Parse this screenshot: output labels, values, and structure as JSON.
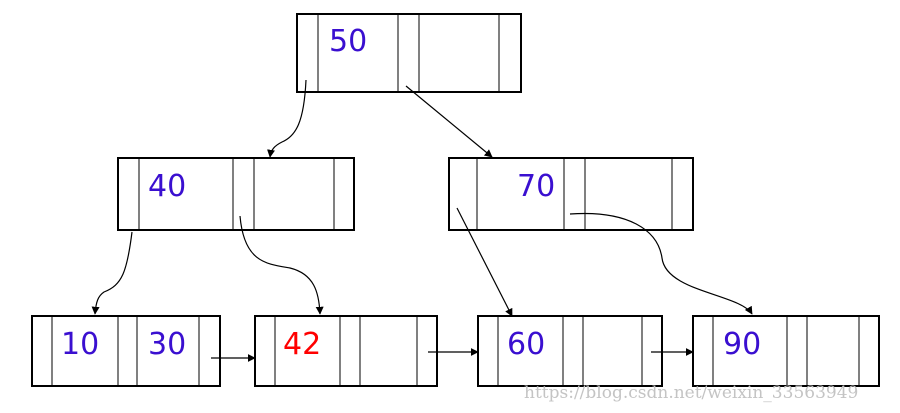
{
  "colors": {
    "key_normal": "#3a0fd0",
    "key_highlight": "#ff0000",
    "line": "#000000",
    "watermark": "#c4c4c4"
  },
  "tree": {
    "root": {
      "keys": [
        "50",
        "",
        ""
      ]
    },
    "internal_left": {
      "keys": [
        "40",
        "",
        ""
      ]
    },
    "internal_right": {
      "keys": [
        "70",
        "",
        ""
      ]
    },
    "leaf_1": {
      "keys": [
        "10",
        "30",
        ""
      ]
    },
    "leaf_2": {
      "keys": [
        "42",
        "",
        ""
      ],
      "highlighted": true
    },
    "leaf_3": {
      "keys": [
        "60",
        "",
        ""
      ]
    },
    "leaf_4": {
      "keys": [
        "90",
        "",
        ""
      ]
    }
  },
  "watermark": "https://blog.csdn.net/weixin_33563949"
}
